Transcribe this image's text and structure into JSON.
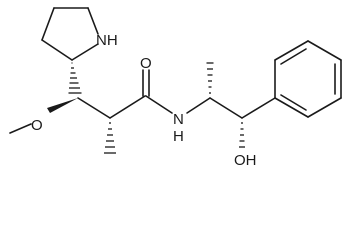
{
  "molecule": {
    "atoms": {
      "pyrrolidine_nh": "NH",
      "methoxy_o": "O",
      "carbonyl_o": "O",
      "amide_nh": "N",
      "amide_h": "H",
      "hydroxyl": "OH"
    }
  }
}
